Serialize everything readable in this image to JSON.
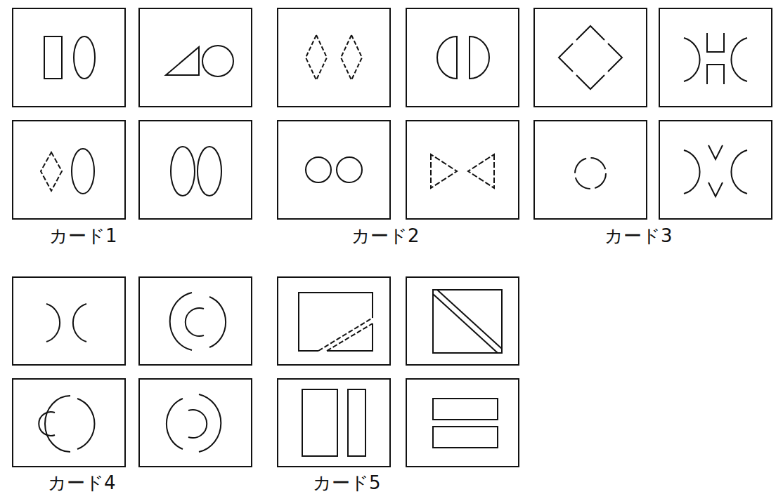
{
  "diagram": {
    "labels": [
      "カード1",
      "カード2",
      "カード3",
      "カード4",
      "カード5"
    ]
  }
}
